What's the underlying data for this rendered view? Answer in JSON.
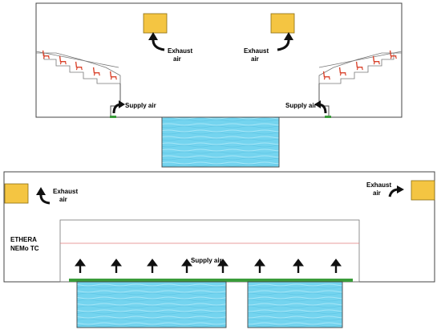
{
  "top_panel": {
    "exhaust_left": "Exhaust",
    "exhaust_left_2": "air",
    "exhaust_right": "Exhaust",
    "exhaust_right_2": "air",
    "supply_left": "Supply air",
    "supply_right": "Supply air"
  },
  "bottom_panel": {
    "exhaust_left": "Exhaust",
    "exhaust_left_2": "air",
    "exhaust_right": "Exhaust",
    "exhaust_right_2": "air",
    "supply_center": "Supply air",
    "device_line1": "ETHERA",
    "device_line2": "NEMo TC"
  },
  "colors": {
    "unit": "#f4c542",
    "pool": "#74d4ef",
    "seat": "#d9422b",
    "vent": "#3a9c3a",
    "outline": "#444444",
    "line_red": "#e07b7b"
  },
  "icons": [
    "curved-arrow-icon",
    "up-arrow-icon",
    "seat-icon"
  ]
}
